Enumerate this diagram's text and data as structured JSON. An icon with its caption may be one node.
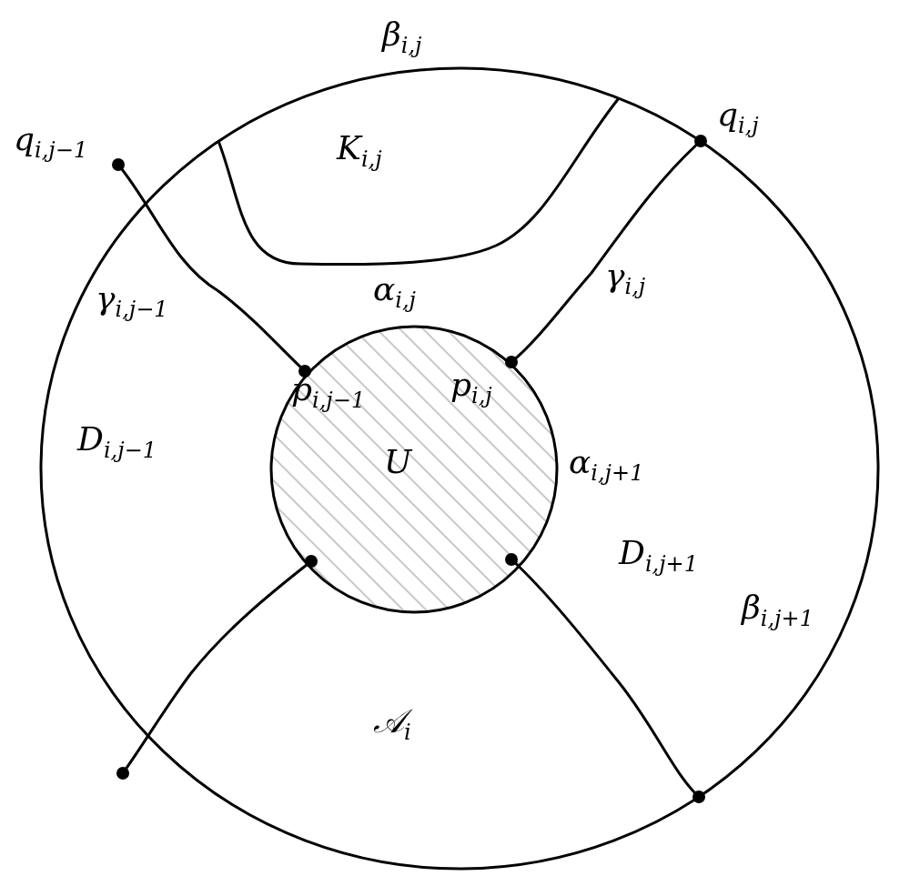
{
  "diagram": {
    "labels": [
      "β$_{i,j}$",
      "q$_{i,j−1}$",
      "K$_{i,j}$",
      "q$_{i,j}$",
      "γ$_{i,j}$",
      "γ$_{i,j−1}$",
      "α$_{i,j}$",
      "p$_{i,j−1}$",
      "p$_{i,j}$",
      "D$_{i,j−1}$",
      "U",
      "α$_{i,j+1}$",
      "D$_{i,j+1}$",
      "β$_{i,j+1}$",
      "𝒜$_{i}$"
    ]
  }
}
